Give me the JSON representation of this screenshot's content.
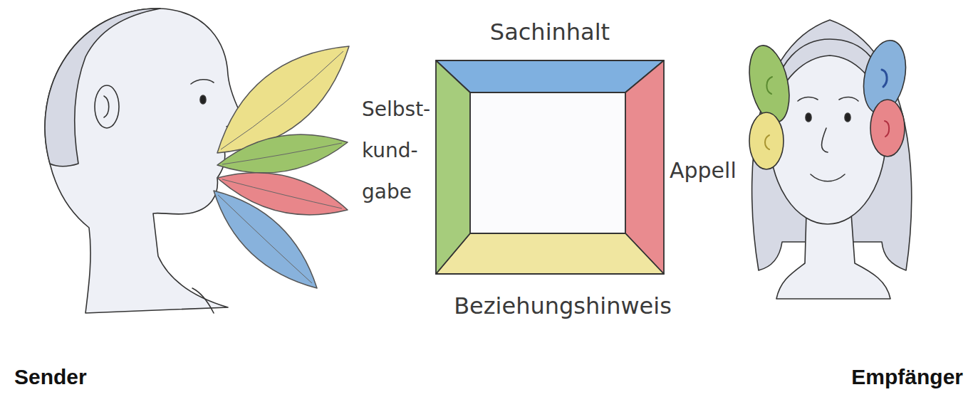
{
  "diagram": {
    "labels": [
      "Sachinhalt",
      "Selbst- kund- gabe",
      "Appell",
      "Beziehungshinweis",
      "Sender",
      "Empfänger"
    ]
  }
}
